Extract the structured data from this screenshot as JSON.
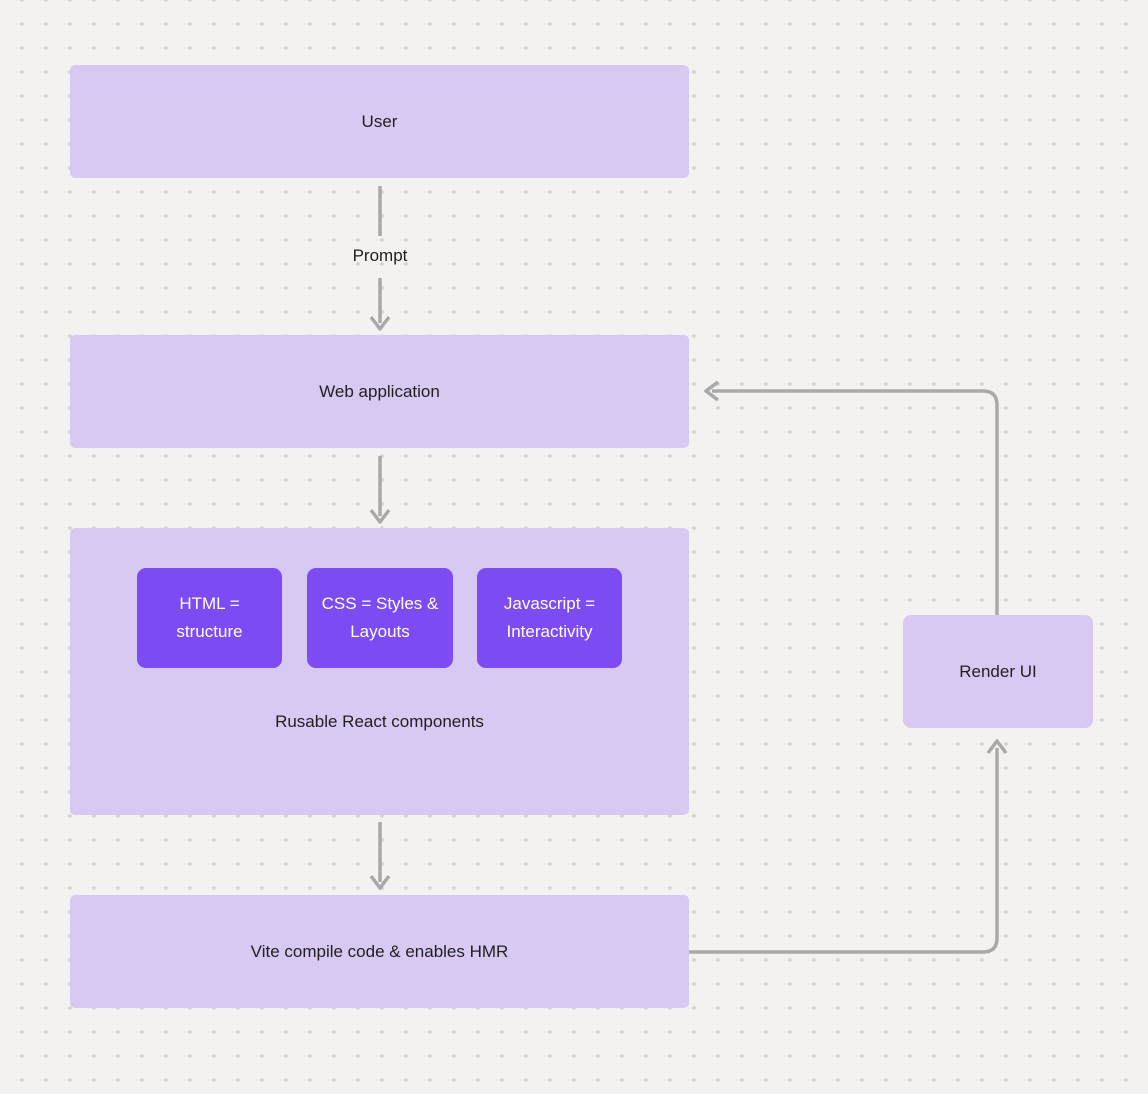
{
  "diagram": {
    "nodes": {
      "user": {
        "label": "User"
      },
      "web_application": {
        "label": "Web application"
      },
      "components_group": {
        "label": "Rusable React components"
      },
      "html_chip": {
        "label": "HTML = structure"
      },
      "css_chip": {
        "label": "CSS = Styles & Layouts"
      },
      "javascript_chip": {
        "label": "Javascript = Interactivity"
      },
      "vite": {
        "label": "Vite compile code & enables HMR"
      },
      "render_ui": {
        "label": "Render UI"
      }
    },
    "edges": {
      "prompt_label": "Prompt"
    },
    "colors": {
      "background": "#f4f2f0",
      "dot": "#d4d2ce",
      "node_fill": "#d8c9f2",
      "node_text": "#1f1f1f",
      "chip_fill": "#7d4bf2",
      "chip_text": "#ffffff",
      "arrow": "#a9a9a9"
    }
  }
}
